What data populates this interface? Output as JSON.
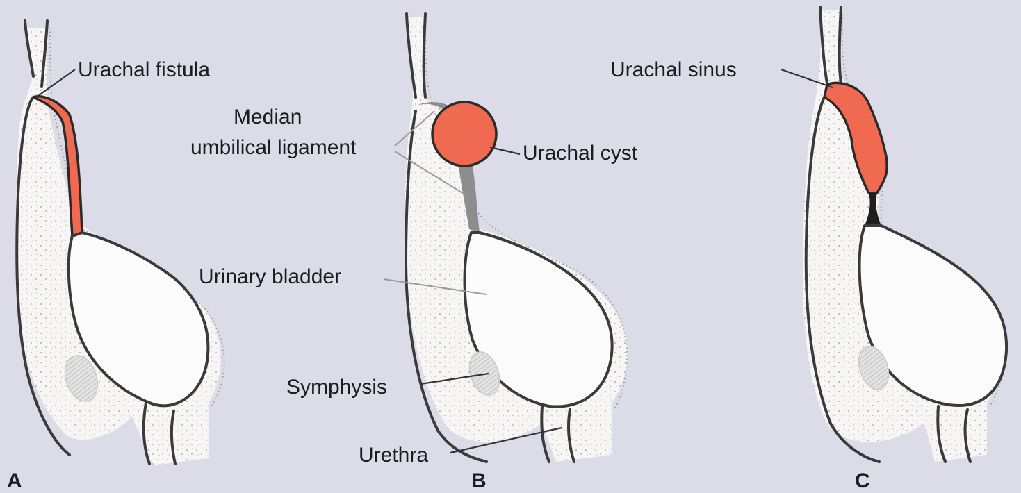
{
  "panels": {
    "a": {
      "letter": "A"
    },
    "b": {
      "letter": "B"
    },
    "c": {
      "letter": "C"
    }
  },
  "labels": {
    "urachal_fistula": "Urachal fistula",
    "median_line1": "Median",
    "median_line2": "umbilical ligament",
    "urachal_cyst": "Urachal cyst",
    "urinary_bladder": "Urinary bladder",
    "symphysis": "Symphysis",
    "urethra": "Urethra",
    "urachal_sinus": "Urachal sinus"
  },
  "colors": {
    "background": "#dcdbe8",
    "urachal_remnant": "#ef6a50",
    "tissue": "#f7f6f4",
    "outline": "#3a3a3a"
  }
}
